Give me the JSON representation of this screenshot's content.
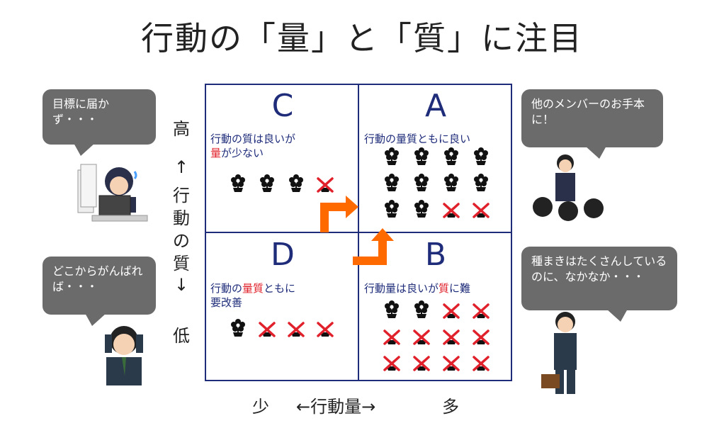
{
  "title": "行動の「量」と「質」に注目",
  "quadrants": {
    "C": {
      "letter": "C",
      "desc_a": "行動の質は良いが",
      "desc_red": "量",
      "desc_b": "が少ない"
    },
    "A": {
      "letter": "A",
      "desc": "行動の量質ともに良い"
    },
    "D": {
      "letter": "D",
      "desc_a": "行動の",
      "desc_red": "量質",
      "desc_b": "ともに",
      "desc_c": "要改善"
    },
    "B": {
      "letter": "B",
      "desc_a": "行動量は良いが",
      "desc_red": "質",
      "desc_b": "に難"
    }
  },
  "flower_counts": {
    "C": {
      "good": 3,
      "bad": 1
    },
    "A": {
      "good": 10,
      "bad": 2
    },
    "D": {
      "good": 1,
      "bad": 3
    },
    "B": {
      "good": 2,
      "bad": 10
    }
  },
  "y_axis": {
    "high": "高",
    "arrow_up": "↑",
    "chars": [
      "行",
      "動",
      "の",
      "質"
    ],
    "arrow_down": "↓",
    "low": "低"
  },
  "x_axis": {
    "low": "少",
    "label": "←行動量→",
    "high": "多"
  },
  "bubbles": {
    "top_left": "目標に届かず・・・",
    "bottom_left": "どこからがんばれば・・・",
    "top_right": "他のメンバーのお手本に！",
    "bottom_right": "種まきはたくさんしているのに、なかなか・・・"
  },
  "colors": {
    "grid": "#1f2c7a",
    "accent_red": "#e0202a",
    "arrow": "#ff6a00",
    "bubble": "#6b6b6b"
  }
}
